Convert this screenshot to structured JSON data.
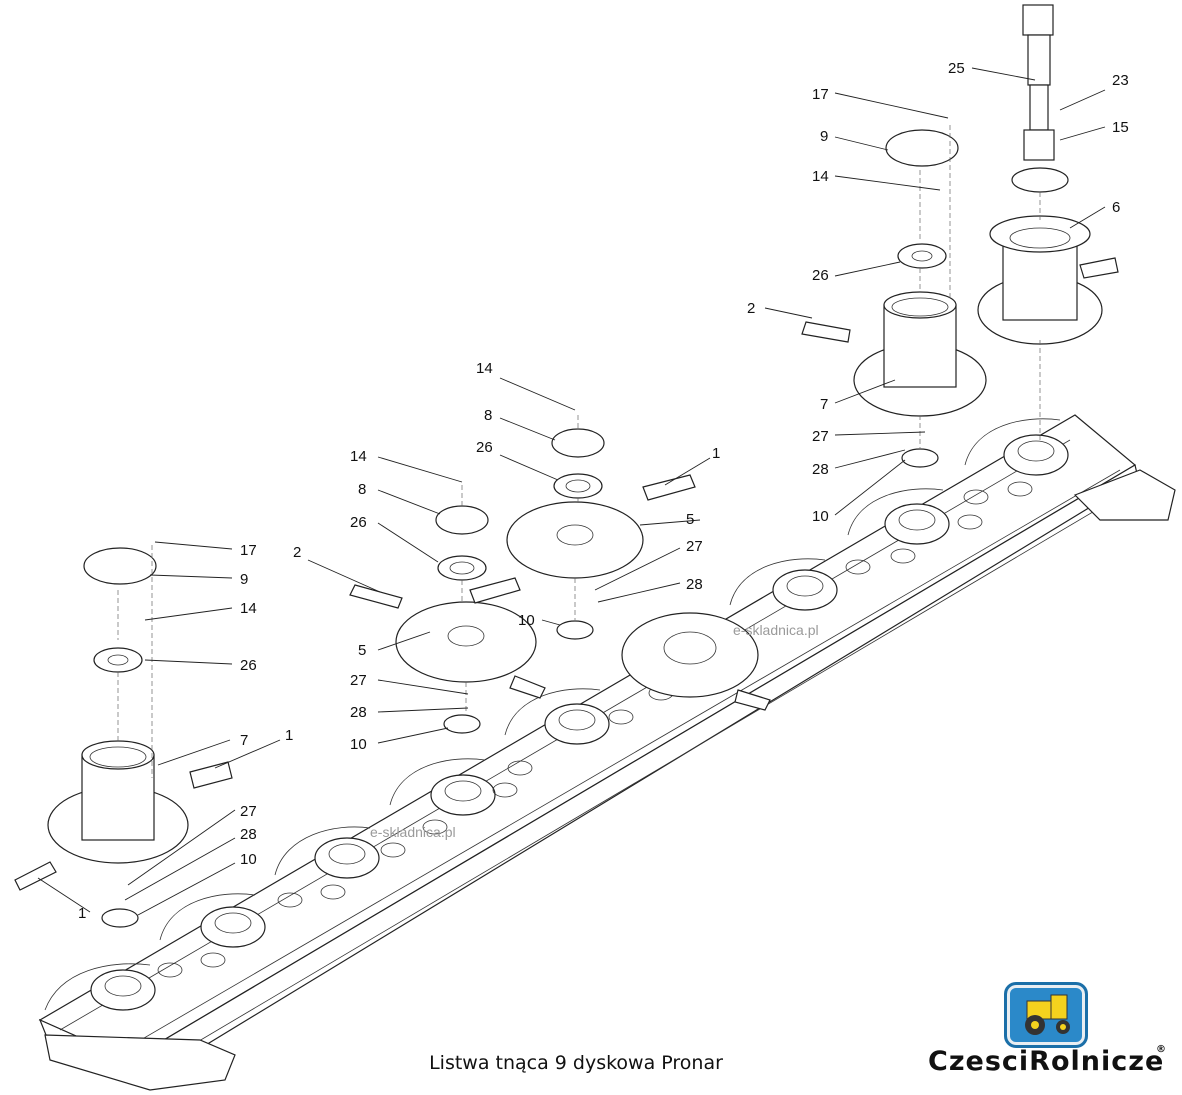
{
  "caption": "Listwa tnąca 9 dyskowa Pronar",
  "watermarks": [
    "e-skladnica.pl",
    "e-skladnica.pl"
  ],
  "brand": {
    "name": "CzesciRolnicze",
    "reg_mark": "®"
  },
  "part_labels": {
    "c1": {
      "n17": "17",
      "n9": "9",
      "n14": "14",
      "n26": "26",
      "n7": "7",
      "n1a": "1",
      "n27": "27",
      "n28": "28",
      "n10": "10",
      "n1b": "1"
    },
    "c2": {
      "n14": "14",
      "n8": "8",
      "n26": "26",
      "n2": "2",
      "n5": "5",
      "n27": "27",
      "n28": "28",
      "n10": "10"
    },
    "c3": {
      "n14": "14",
      "n8": "8",
      "n26": "26",
      "n1": "1",
      "n5": "5",
      "n27": "27",
      "n28": "28",
      "n10": "10"
    },
    "c4": {
      "n17": "17",
      "n9": "9",
      "n14": "14",
      "n26": "26",
      "n2": "2",
      "n7": "7",
      "n27": "27",
      "n28": "28",
      "n10": "10"
    },
    "c5": {
      "n25": "25",
      "n23": "23",
      "n15": "15",
      "n6": "6"
    }
  }
}
